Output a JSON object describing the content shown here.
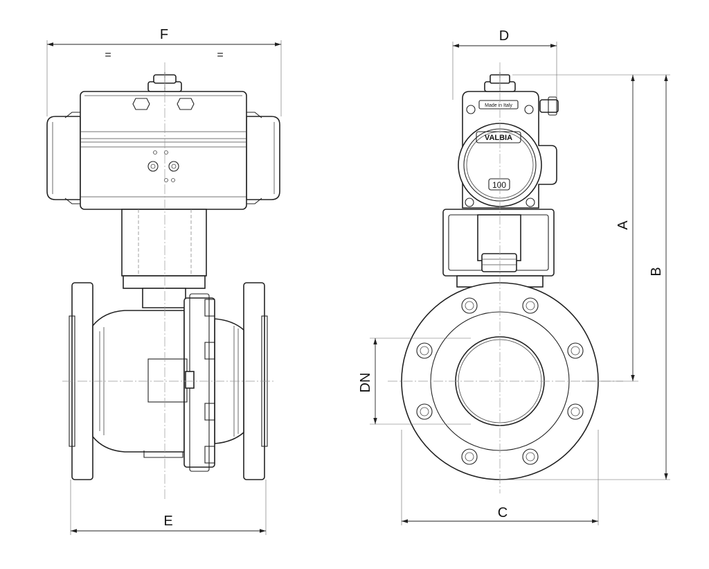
{
  "dimensions": {
    "F": "F",
    "D": "D",
    "A": "A",
    "B": "B",
    "DN": "DN",
    "C": "C",
    "E": "E"
  },
  "equal_marks": {
    "left": "=",
    "right": "="
  },
  "actuator_labels": {
    "made_in": "Made in Italy",
    "brand": "VALBIA",
    "size": "100"
  }
}
